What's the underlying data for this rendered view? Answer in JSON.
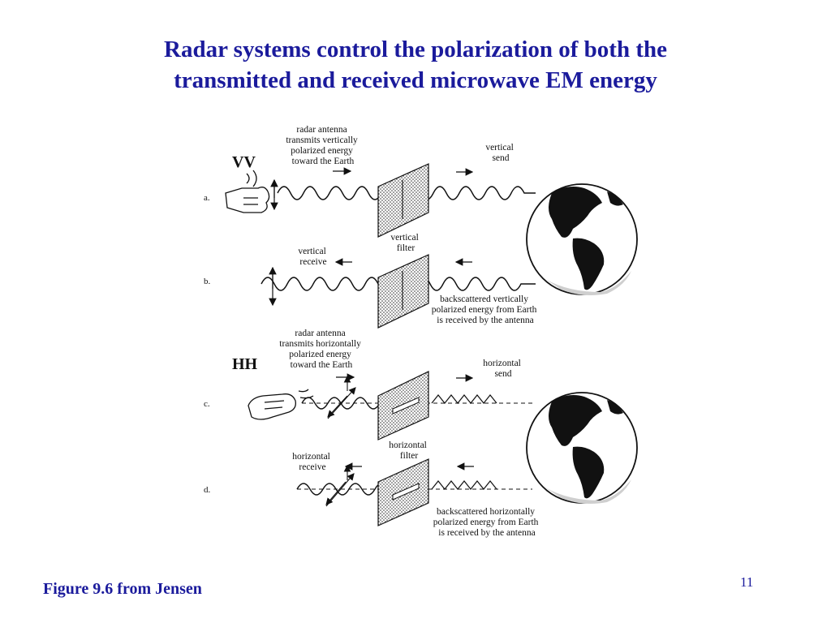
{
  "slide": {
    "title_line1": "Radar systems control the polarization of both the",
    "title_line2": "transmitted and received microwave EM energy",
    "caption": "Figure 9.6 from Jensen",
    "page_number": "11"
  },
  "diagram": {
    "vv_label": "VV",
    "hh_label": "HH",
    "panel_a": {
      "letter": "a.",
      "transmit_note": [
        "radar antenna",
        "transmits vertically",
        "polarized energy",
        "toward the Earth"
      ],
      "send_label": [
        "vertical",
        "send"
      ],
      "filter_label": [
        "vertical",
        "filter"
      ]
    },
    "panel_b": {
      "letter": "b.",
      "receive_label": [
        "vertical",
        "receive"
      ],
      "return_note": [
        "backscattered vertically",
        "polarized energy from Earth",
        "is received by the antenna"
      ]
    },
    "panel_c": {
      "letter": "c.",
      "transmit_note": [
        "radar antenna",
        "transmits horizontally",
        "polarized energy",
        "toward the Earth"
      ],
      "send_label": [
        "horizontal",
        "send"
      ],
      "filter_label": [
        "horizontal",
        "filter"
      ]
    },
    "panel_d": {
      "letter": "d.",
      "receive_label": [
        "horizontal",
        "receive"
      ],
      "return_note": [
        "backscattered horizontally",
        "polarized energy from Earth",
        "is received by the antenna"
      ]
    }
  }
}
